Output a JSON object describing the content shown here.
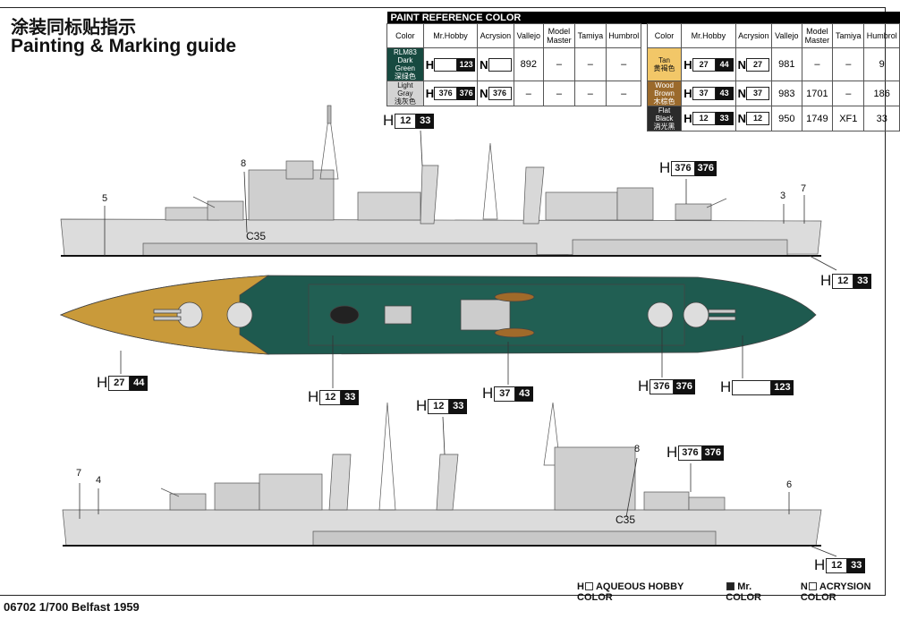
{
  "title_cn": "涂装同标贴指示",
  "title_en": "Painting & Marking guide",
  "paint_table": {
    "title": "PAINT  REFERENCE COLOR",
    "headers": [
      "Color",
      "Mr.Hobby",
      "Acrysion",
      "Vallejo",
      "Model Master",
      "Tamiya",
      "Humbrol"
    ],
    "left_rows": [
      {
        "name": "RLM83 Dark Green",
        "name_cn": "深绿色",
        "swatch": "#174a40",
        "text": "#fff",
        "h_white": "",
        "h_black": "123",
        "n": "",
        "vallejo": "892",
        "model_master": "–",
        "tamiya": "–",
        "humbrol": "–"
      },
      {
        "name": "Light Gray",
        "name_cn": "浅灰色",
        "swatch": "#d4d4d4",
        "text": "#111",
        "h_white": "376",
        "h_black": "376",
        "n": "376",
        "vallejo": "–",
        "model_master": "–",
        "tamiya": "–",
        "humbrol": "–"
      }
    ],
    "right_rows": [
      {
        "name": "Tan",
        "name_cn": "黄褐色",
        "swatch": "#f2c768",
        "text": "#111",
        "h_white": "27",
        "h_black": "44",
        "n": "27",
        "vallejo": "981",
        "model_master": "–",
        "tamiya": "–",
        "humbrol": "9"
      },
      {
        "name": "Wood Brown",
        "name_cn": "木棕色",
        "swatch": "#9b6a2c",
        "text": "#fff",
        "h_white": "37",
        "h_black": "43",
        "n": "37",
        "vallejo": "983",
        "model_master": "1701",
        "tamiya": "–",
        "humbrol": "186"
      },
      {
        "name": "Flat Black",
        "name_cn": "消光黑",
        "swatch": "#2b2b2b",
        "text": "#fff",
        "h_white": "12",
        "h_black": "33",
        "n": "12",
        "vallejo": "950",
        "model_master": "1749",
        "tamiya": "XF1",
        "humbrol": "33"
      }
    ]
  },
  "callouts": [
    {
      "w": "12",
      "k": "33"
    },
    {
      "w": "376",
      "k": "376"
    },
    {
      "w": "12",
      "k": "33"
    },
    {
      "w": "27",
      "k": "44"
    },
    {
      "w": "12",
      "k": "33"
    },
    {
      "w": "37",
      "k": "43"
    },
    {
      "w": "376",
      "k": "376"
    },
    {
      "w": "",
      "k": "123"
    },
    {
      "w": "12",
      "k": "33"
    },
    {
      "w": "376",
      "k": "376"
    },
    {
      "w": "12",
      "k": "33"
    }
  ],
  "callout_prefix": "H",
  "part_numbers": [
    "8",
    "5",
    "3",
    "7",
    "7",
    "4",
    "8",
    "6"
  ],
  "hull_number": "C35",
  "legend": {
    "h": "H",
    "h_label": "AQUEOUS HOBBY COLOR",
    "mr_label": "Mr. COLOR",
    "n": "N",
    "n_label": "ACRYSION COLOR"
  },
  "footer": "06702 1/700  Belfast 1959"
}
